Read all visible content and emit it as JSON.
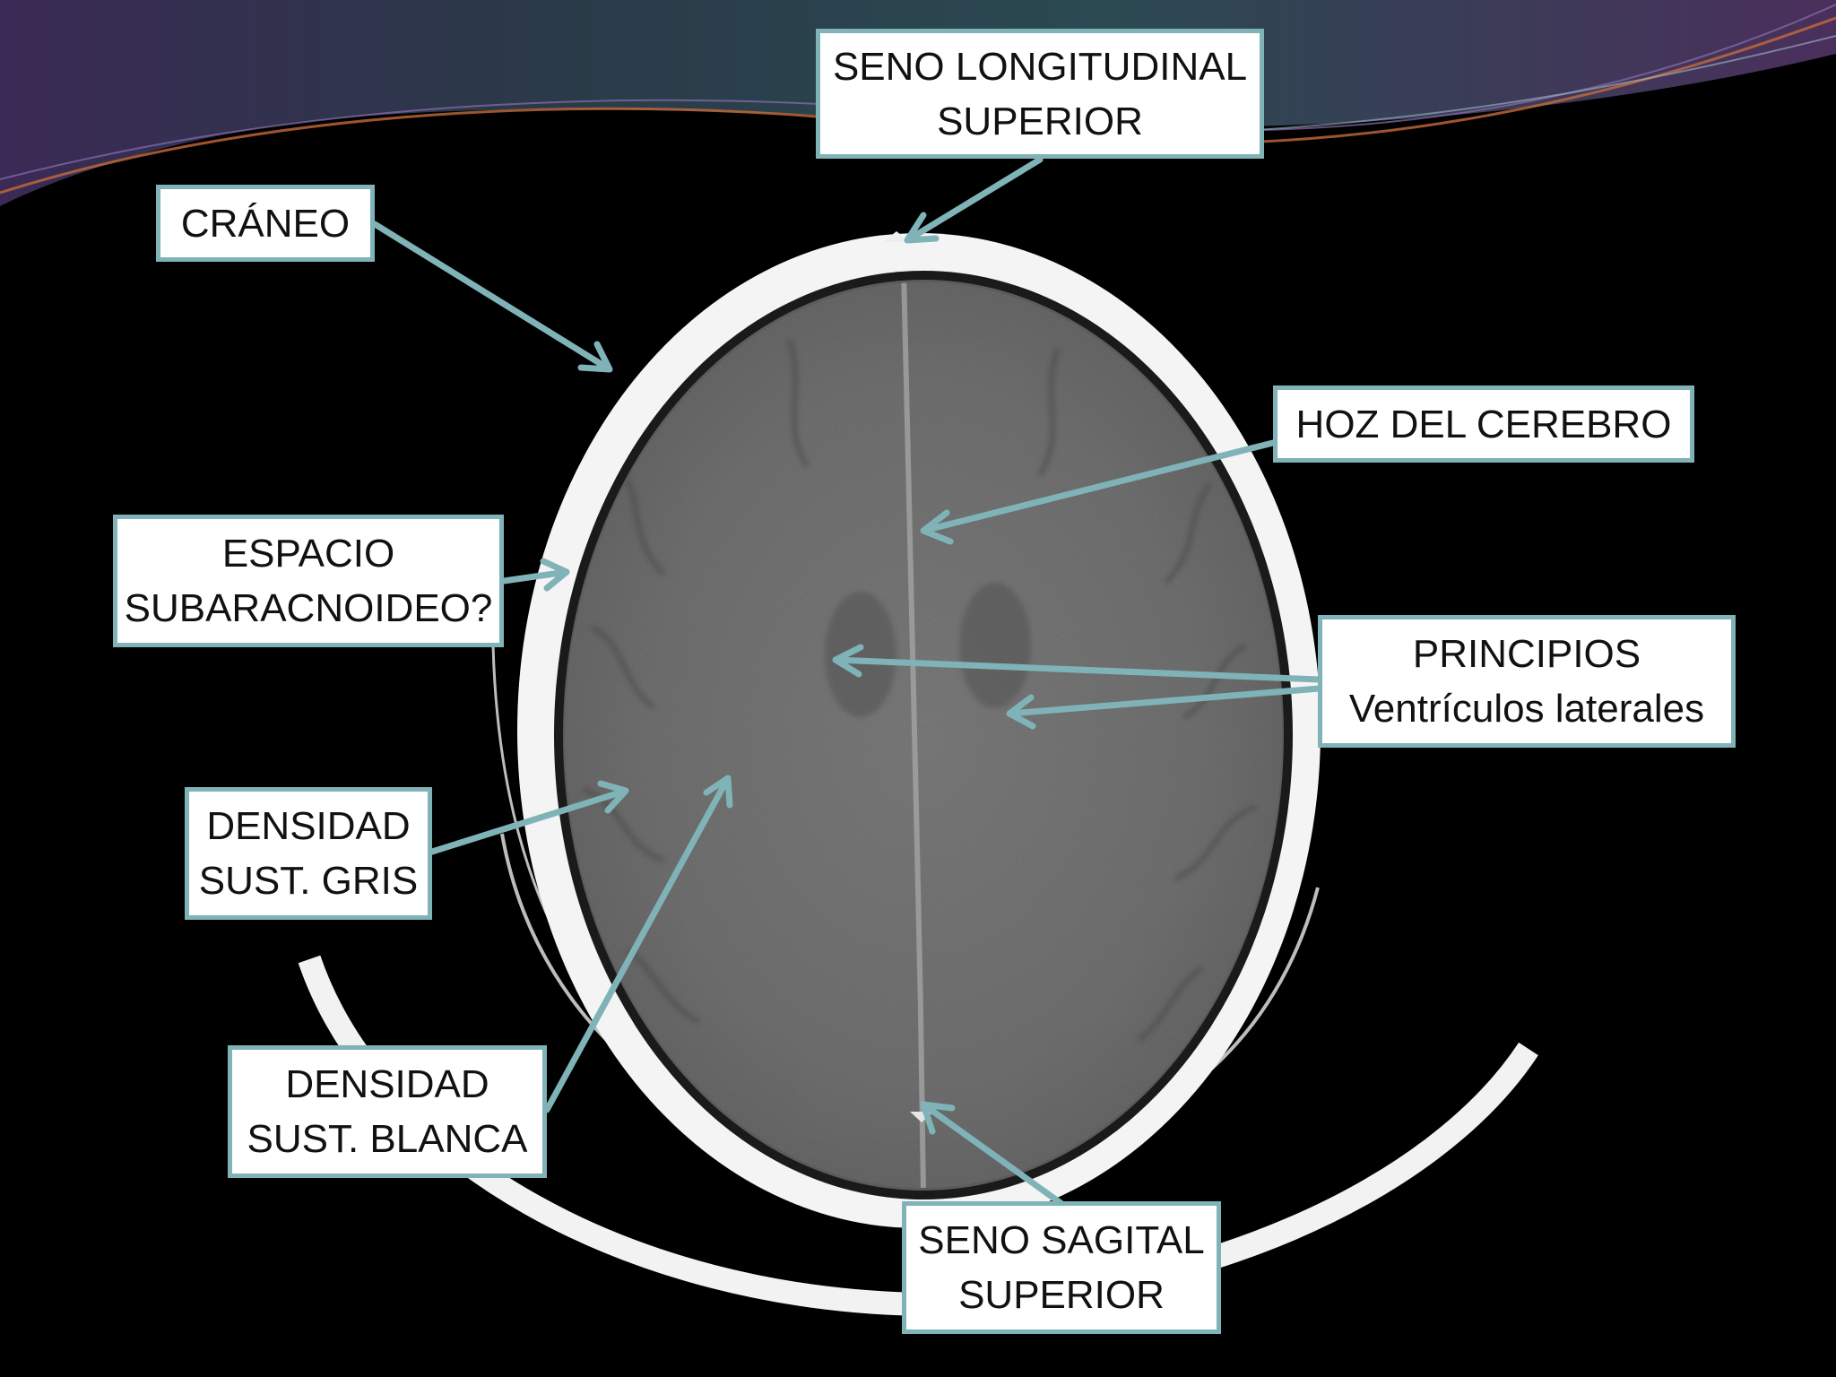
{
  "slide": {
    "accent_color": "#7fb3b8",
    "background_color": "#000000",
    "image": "axial CT scan of the brain (skull, falx, grey and white matter)"
  },
  "labels": {
    "seno_longitudinal": {
      "line1": "SENO LONGITUDINAL",
      "line2": "SUPERIOR"
    },
    "craneo": {
      "line1": "CRÁNEO"
    },
    "hoz": {
      "line1": "HOZ DEL CEREBRO"
    },
    "espacio": {
      "line1": "ESPACIO",
      "line2": "SUBARACNOIDEO?"
    },
    "principios": {
      "line1": "PRINCIPIOS",
      "line2": "Ventrículos laterales"
    },
    "gris": {
      "line1": "DENSIDAD",
      "line2": "SUST. GRIS"
    },
    "blanca": {
      "line1": "DENSIDAD",
      "line2": "SUST. BLANCA"
    },
    "sagital": {
      "line1": "SENO SAGITAL",
      "line2": "SUPERIOR"
    }
  }
}
